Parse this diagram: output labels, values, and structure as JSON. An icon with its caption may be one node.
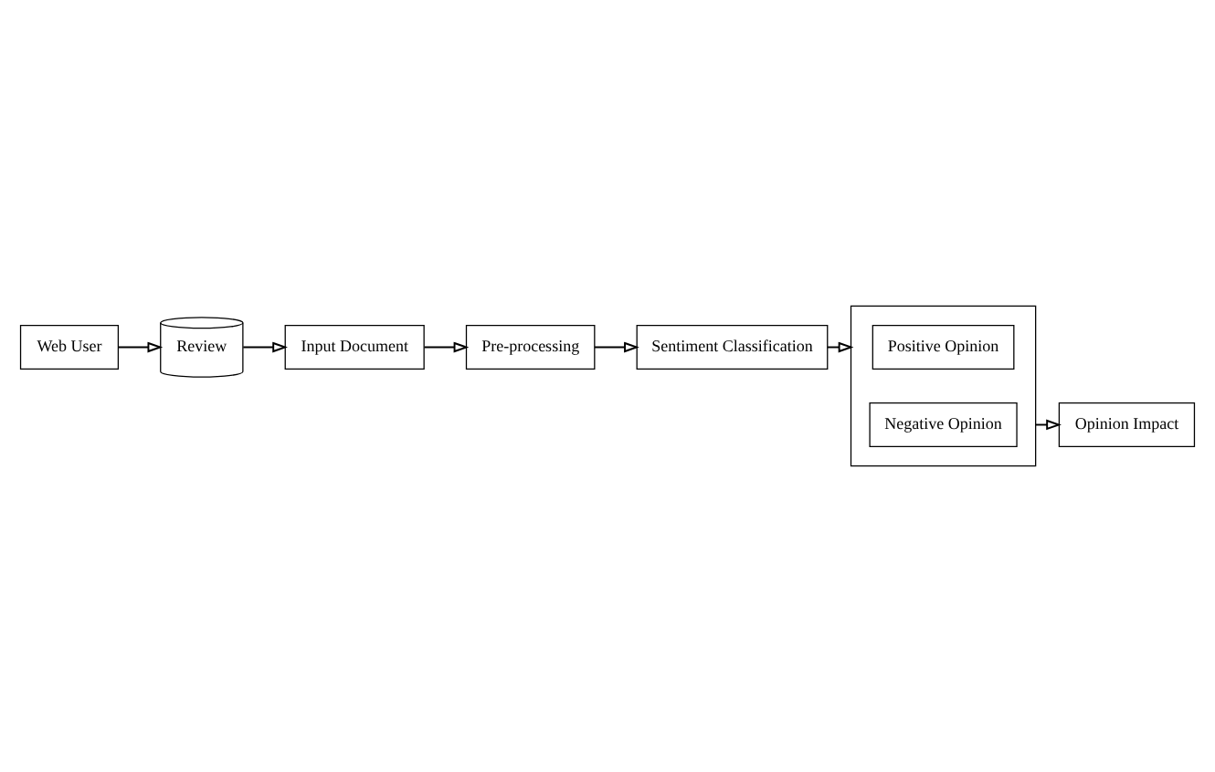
{
  "diagram": {
    "nodes": [
      {
        "text": [
          "Web User"
        ]
      },
      {
        "text": [
          "Review"
        ]
      },
      {
        "text": [
          "Input Document"
        ]
      },
      {
        "text": [
          "Pre-processing"
        ]
      },
      {
        "text": [
          "Sentiment Classification"
        ]
      },
      {
        "text": [],
        "shape": "box"
      },
      {
        "text": [
          "Positive Opinion"
        ],
        "in": 5
      },
      {
        "text": [
          "Negative Opinion"
        ],
        "in": 5
      },
      {
        "text": [
          "Opinion Impact"
        ]
      }
    ],
    "edges": [
      {
        "from": 0,
        "to": 1,
        "arrow": "to"
      },
      {
        "from": 1,
        "to": 2,
        "arrow": "to"
      },
      {
        "from": 2,
        "to": 3,
        "arrow": "to"
      },
      {
        "from": 3,
        "to": 4,
        "arrow": "to"
      },
      {
        "from": 4,
        "to": 5,
        "arrow": "to"
      },
      {
        "from": 5,
        "to": 8,
        "arrow": "to"
      }
    ]
  }
}
